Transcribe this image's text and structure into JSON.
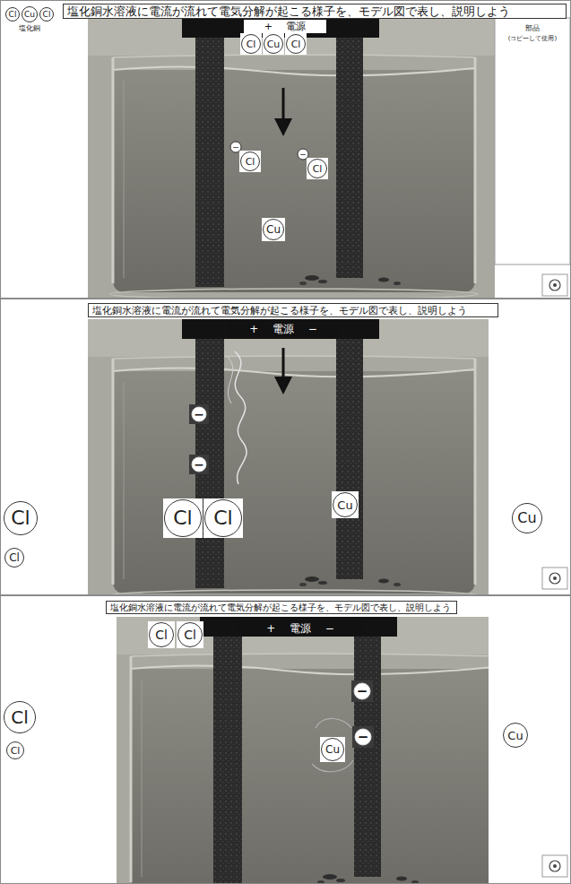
{
  "diagram": {
    "nodes": [
      {
        "text": [
          "塩化銅水溶液に電流が流れて電気分解が起こる様子を、モデル図で表し、説明しよう"
        ]
      },
      {
        "text": [
          "+ 電源"
        ]
      },
      {
        "text": [
          "Cl"
        ]
      },
      {
        "text": [
          "Cu"
        ]
      },
      {
        "text": [
          "Cl"
        ]
      },
      {
        "text": [
          "Cl"
        ]
      },
      {
        "text": [
          "Cu"
        ]
      },
      {
        "text": [
          "Cl"
        ]
      },
      {
        "text": [
          "Cl",
          "−"
        ]
      },
      {
        "text": [
          "Cl",
          "−"
        ]
      },
      {
        "text": [
          "Cu"
        ]
      },
      {
        "text": [
          "塩化銅水溶液に電流が流れて電気分解が起こる様子を、モデル図で表し、説明しよう"
        ]
      },
      {
        "text": [
          "+ 電源 −"
        ]
      },
      {
        "text": [
          "−"
        ]
      },
      {
        "text": [
          "−"
        ]
      },
      {
        "text": [
          "Cl"
        ]
      },
      {
        "text": [
          "Cl"
        ]
      },
      {
        "text": [
          "Cu"
        ]
      },
      {
        "text": [
          "Cl"
        ]
      },
      {
        "text": [
          "Cl"
        ]
      },
      {
        "text": [
          "Cu"
        ]
      },
      {
        "text": [
          "塩化銅水溶液に電流が流れて電気分解が起こる様子を、モデル図で表し、説明しよう"
        ]
      },
      {
        "text": [
          "Cl"
        ]
      },
      {
        "text": [
          "Cl"
        ]
      },
      {
        "text": [
          "+ 電源 −"
        ]
      },
      {
        "text": [
          "−"
        ]
      },
      {
        "text": [
          "−"
        ]
      },
      {
        "text": [
          "Cu"
        ]
      },
      {
        "text": [
          "Cl"
        ]
      },
      {
        "text": [
          "Cl"
        ]
      },
      {
        "text": [
          "Cu"
        ]
      }
    ],
    "labels": [
      "塩化銅",
      "部品",
      "(コピーして使用)"
    ]
  }
}
